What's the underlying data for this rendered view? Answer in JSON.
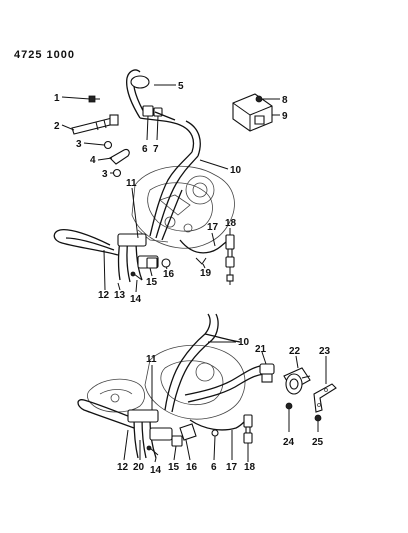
{
  "reference_number": "4725 1000",
  "callouts_top": [
    "1",
    "2",
    "3",
    "4",
    "3",
    "5",
    "6",
    "7",
    "8",
    "9",
    "10",
    "11",
    "17",
    "18",
    "19",
    "16",
    "15",
    "14",
    "12",
    "13"
  ],
  "callouts_bottom": [
    "10",
    "11",
    "21",
    "22",
    "23",
    "24",
    "25",
    "12",
    "20",
    "14",
    "15",
    "16",
    "6",
    "17",
    "18"
  ]
}
